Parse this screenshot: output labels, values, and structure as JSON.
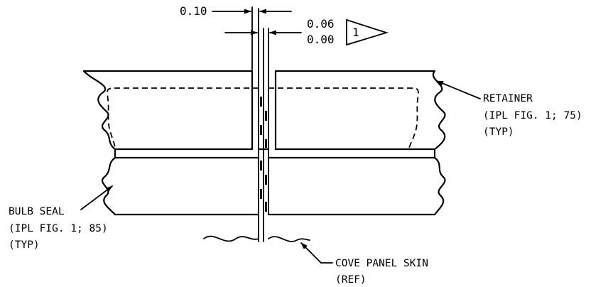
{
  "dimensions": {
    "gap_dimension": "0.10",
    "clearance_upper": "0.06",
    "clearance_lower": "0.00",
    "flag_note": "1"
  },
  "callouts": {
    "retainer": {
      "line1": "RETAINER",
      "line2": "(IPL FIG. 1; 75)",
      "line3": "(TYP)"
    },
    "bulb_seal": {
      "line1": "BULB SEAL",
      "line2": "(IPL FIG. 1; 85)",
      "line3": "(TYP)"
    },
    "cove_panel_skin": {
      "line1": "COVE PANEL SKIN",
      "line2": "(REF)"
    }
  }
}
